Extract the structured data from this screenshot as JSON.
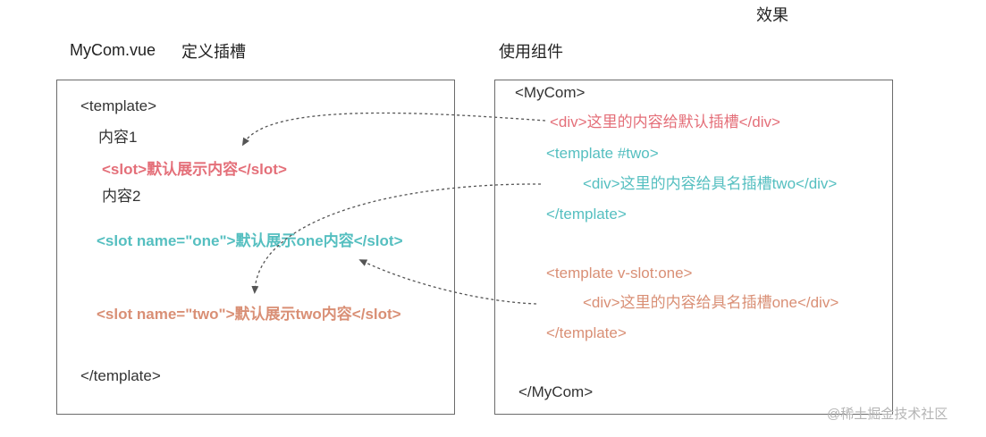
{
  "headers": {
    "effect": "效果",
    "file_name": "MyCom.vue",
    "define_slots": "定义插槽",
    "use_component": "使用组件"
  },
  "left": {
    "template_open": "<template>",
    "content1": "内容1",
    "default_slot": "<slot>默认展示内容</slot>",
    "content2": "内容2",
    "slot_one": "<slot name=\"one\">默认展示one内容</slot>",
    "slot_two": "<slot name=\"two\">默认展示two内容</slot>",
    "template_close": "</template>"
  },
  "right": {
    "mycom_open": "<MyCom>",
    "default_div": "<div>这里的内容给默认插槽</div>",
    "template_two_open": "<template #two>",
    "div_two": "<div>这里的内容给具名插槽two</div>",
    "template_two_close": "</template>",
    "template_one_open": "<template v-slot:one>",
    "div_one": "<div>这里的内容给具名插槽one</div>",
    "template_one_close": "</template>",
    "mycom_close": "</MyCom>"
  },
  "watermark": "@稀土掘金技术社区",
  "colors": {
    "default_slot": "#e46f79",
    "named_one": "#55bfc0",
    "named_two": "#d98f75",
    "border": "#6b6b6b",
    "arrow": "#555555"
  }
}
